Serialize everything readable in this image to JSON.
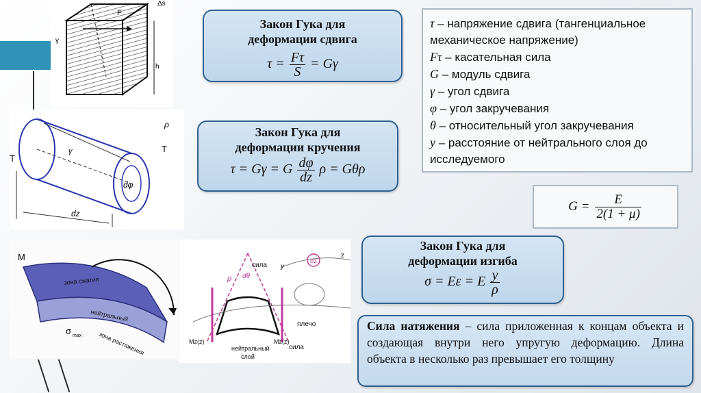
{
  "shear": {
    "title": "Закон Гука для деформации сдвига",
    "formula_lhs": "τ =",
    "frac_num": "Fτ",
    "frac_den": "S",
    "formula_rhs": "= Gγ"
  },
  "torsion": {
    "title": "Закон Гука для деформации кручения",
    "formula_lhs": "τ = Gγ = G",
    "frac_num": "dφ",
    "frac_den": "dz",
    "formula_rhs": "ρ = Gθρ"
  },
  "bending": {
    "title": "Закон Гука для деформации изгиба",
    "formula_lhs": "σ = Eε = E",
    "frac_num": "y",
    "frac_den": "ρ"
  },
  "legend": {
    "items": [
      {
        "sym": "τ",
        "text": " – напряжение сдвига (тангенциальное механическое напряжение)"
      },
      {
        "sym": "Fτ",
        "text": " – касательная сила"
      },
      {
        "sym": "G",
        "text": " – модуль сдвига"
      },
      {
        "sym": "γ",
        "text": " – угол сдвига"
      },
      {
        "sym": "φ",
        "text": " – угол закручевания"
      },
      {
        "sym": "θ",
        "text": " – относительный угол закручевания"
      },
      {
        "sym": "y",
        "text": " – расстояние от нейтрального слоя до исследуемого"
      }
    ]
  },
  "modulus": {
    "lhs": "G =",
    "frac_num": "E",
    "frac_den": "2(1 + μ)"
  },
  "tension": {
    "term": "Сила натяжения",
    "text": " – сила приложенная к концам объекта и создающая внутри него упругую деформацию. Длина объекта в несколько раз превышает его толщину"
  },
  "figures": {
    "shear": {
      "delta_s": "Δs",
      "force": "F",
      "gamma": "γ",
      "height": "h"
    },
    "torsion": {
      "t_left": "T",
      "t_right": "T",
      "rho": "ρ",
      "dphi": "dφ",
      "dz": "dz",
      "gamma": "γ"
    },
    "bending3d": {
      "moment": "M",
      "compression": "зона сжатия",
      "neutral": "нейтральный",
      "tension": "зона растяжения",
      "sigma": "σ",
      "sigma_sub": "max"
    },
    "bending2d": {
      "rho": "ρ",
      "dtheta": "dθ",
      "force_top": "сила",
      "force_bottom": "сила",
      "y": "y",
      "arm": "плечо",
      "neutral1": "нейтральный",
      "neutral2": "слой",
      "mz_left": "Mz(z)",
      "mz_right": "Mz(z)",
      "sigma_z": "σz",
      "z": "z"
    }
  }
}
